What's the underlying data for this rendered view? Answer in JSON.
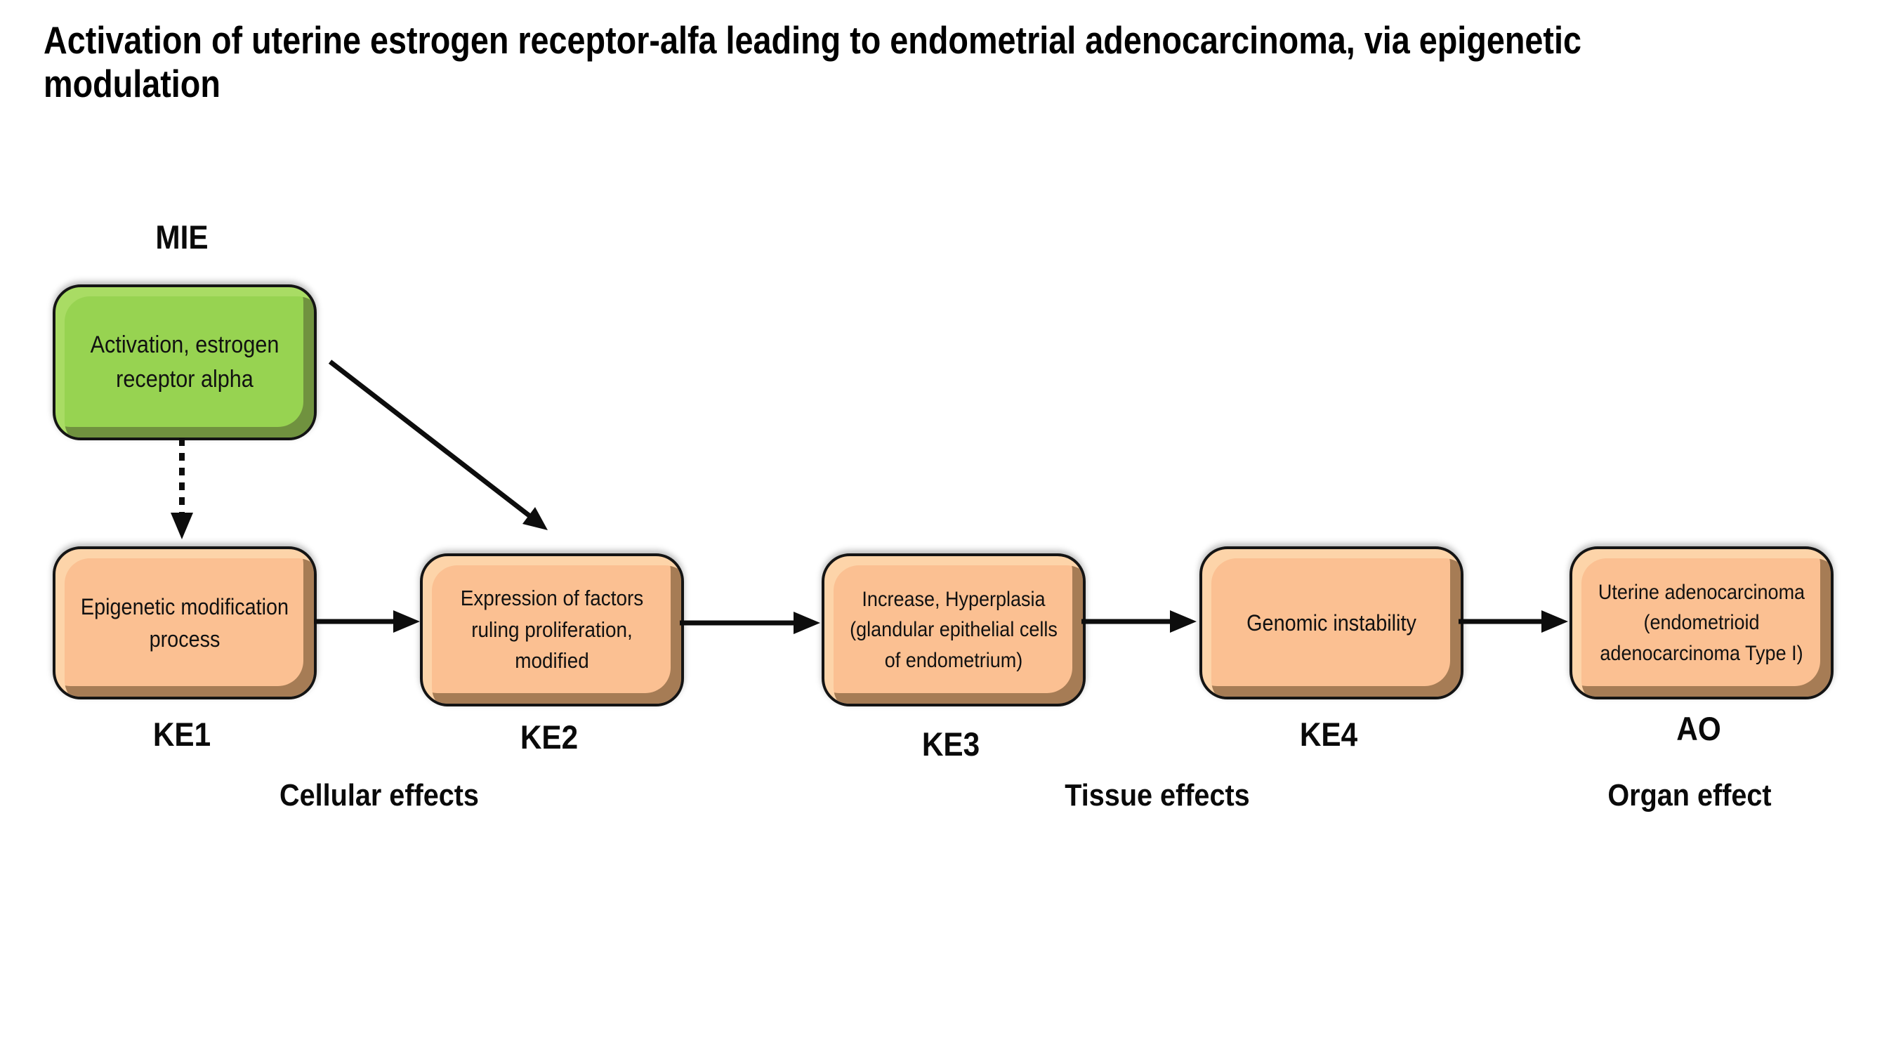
{
  "title": "Activation of uterine estrogen receptor-alfa leading to endometrial adenocarcinoma, via epigenetic modulation",
  "nodes": {
    "mie": {
      "tag": "MIE",
      "lines": [
        "Activation, estrogen",
        "receptor alpha"
      ]
    },
    "ke1": {
      "tag": "KE1",
      "lines": [
        "Epigenetic modification",
        "process"
      ]
    },
    "ke2": {
      "tag": "KE2",
      "lines": [
        "Expression of factors",
        "ruling proliferation,",
        "modified"
      ]
    },
    "ke3": {
      "tag": "KE3",
      "lines": [
        "Increase, Hyperplasia",
        "(glandular epithelial cells",
        "of endometrium)"
      ]
    },
    "ke4": {
      "tag": "KE4",
      "lines": [
        "Genomic instability"
      ]
    },
    "ao": {
      "tag": "AO",
      "lines": [
        "Uterine adenocarcinoma",
        "(endometrioid",
        "adenocarcinoma Type I)"
      ]
    }
  },
  "sections": {
    "cellular": "Cellular effects",
    "tissue": "Tissue effects",
    "organ": "Organ effect"
  },
  "colors": {
    "mie_fill": "#97d351",
    "mie_bevel_light": "#a9dc64",
    "mie_bevel_dark": "#70923f",
    "ke_fill": "#fbc092",
    "ke_bevel_light": "#fdd4a9",
    "ke_bevel_dark": "#a67c55",
    "outline": "#141414",
    "arrow": "#0d0d0d",
    "text": "#111111",
    "background": "#ffffff"
  }
}
